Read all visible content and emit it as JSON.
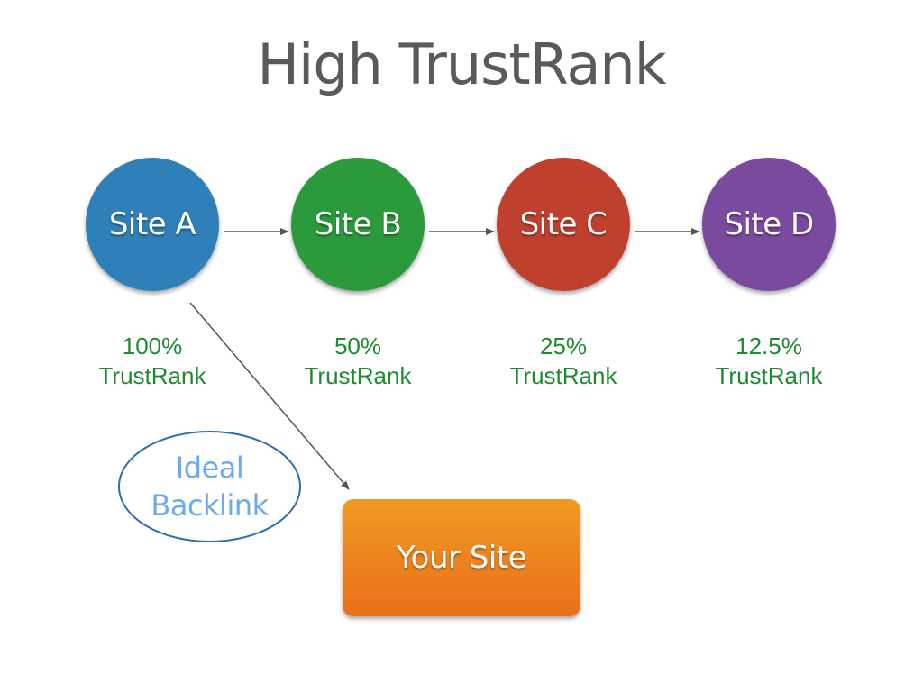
{
  "title": "High TrustRank",
  "colors": {
    "site_a": "#2f7fb8",
    "site_b": "#2a9a3c",
    "site_c": "#c0402e",
    "site_d": "#7a4a9e",
    "trustrank_text": "#1e8a2e",
    "ideal_text": "#6aaaf0",
    "ideal_border": "#2a6db0",
    "your_site": "#ec8420",
    "arrow": "#555555"
  },
  "nodes": [
    {
      "label": "Site A",
      "rank_value": "100%",
      "rank_label": "TrustRank"
    },
    {
      "label": "Site B",
      "rank_value": "50%",
      "rank_label": "TrustRank"
    },
    {
      "label": "Site C",
      "rank_value": "25%",
      "rank_label": "TrustRank"
    },
    {
      "label": "Site D",
      "rank_value": "12.5%",
      "rank_label": "TrustRank"
    }
  ],
  "callout": {
    "line1": "Ideal",
    "line2": "Backlink"
  },
  "target": {
    "label": "Your Site"
  }
}
